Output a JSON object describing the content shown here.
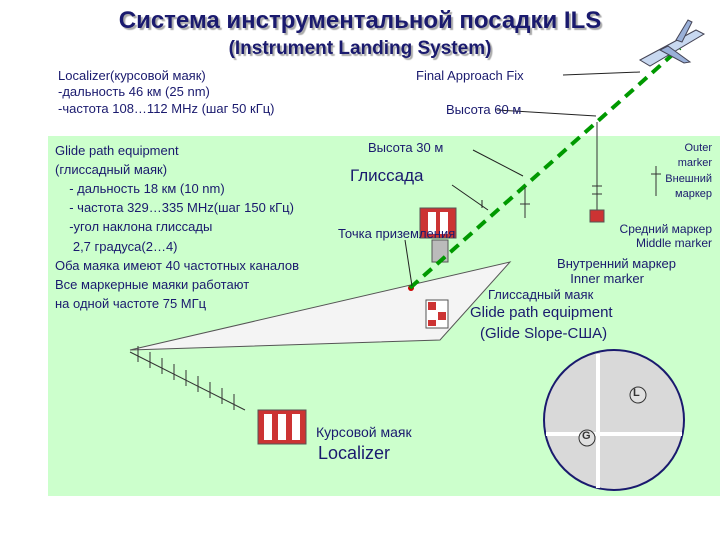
{
  "title": "Система инструментальной посадки ILS",
  "subtitle": "(Instrument Landing System)",
  "localizer_info": [
    "Localizer(курсовой маяк)",
    "-дальность 46 км (25 nm)",
    "-частота 108…112 MHz (шаг 50 кГц)"
  ],
  "final_approach_fix": "Final Approach Fix",
  "height_60": "Высота 60 м",
  "height_30": "Высота 30 м",
  "glide_slope": "Глиссада",
  "glide_info": [
    "Glide path equipment",
    " (глиссадный маяк)",
    "  - дальность 18 км (10 nm)",
    "  - частота 329…335 MHz(шаг 150 кГц)",
    "  -угол наклона глиссады",
    "   2,7 градуса(2…4)",
    "Оба маяка имеют 40 частотных каналов",
    "Все маркерные маяки работают",
    "на одной частоте 75 МГц"
  ],
  "touchdown_point": "Точка приземления",
  "outer_marker": [
    "Outer",
    "marker",
    "Внешний",
    "маркер"
  ],
  "middle_marker": [
    "Средний маркер",
    "Middle marker"
  ],
  "inner_marker": [
    "Внутренний маркер",
    "Inner marker"
  ],
  "glide_beacon": "Глиссадный маяк",
  "glide_equipment": [
    "Glide path equipment",
    "(Glide  Slope-США)"
  ],
  "localizer_ru": "Курсовой маяк",
  "localizer_en": "Localizer",
  "instrument_letters": {
    "l": "L",
    "g": "G"
  },
  "colors": {
    "text": "#1a1a6e",
    "background": "#ccffcc",
    "glide_path": "#009900",
    "title_shadow": "#aaaaaa"
  }
}
